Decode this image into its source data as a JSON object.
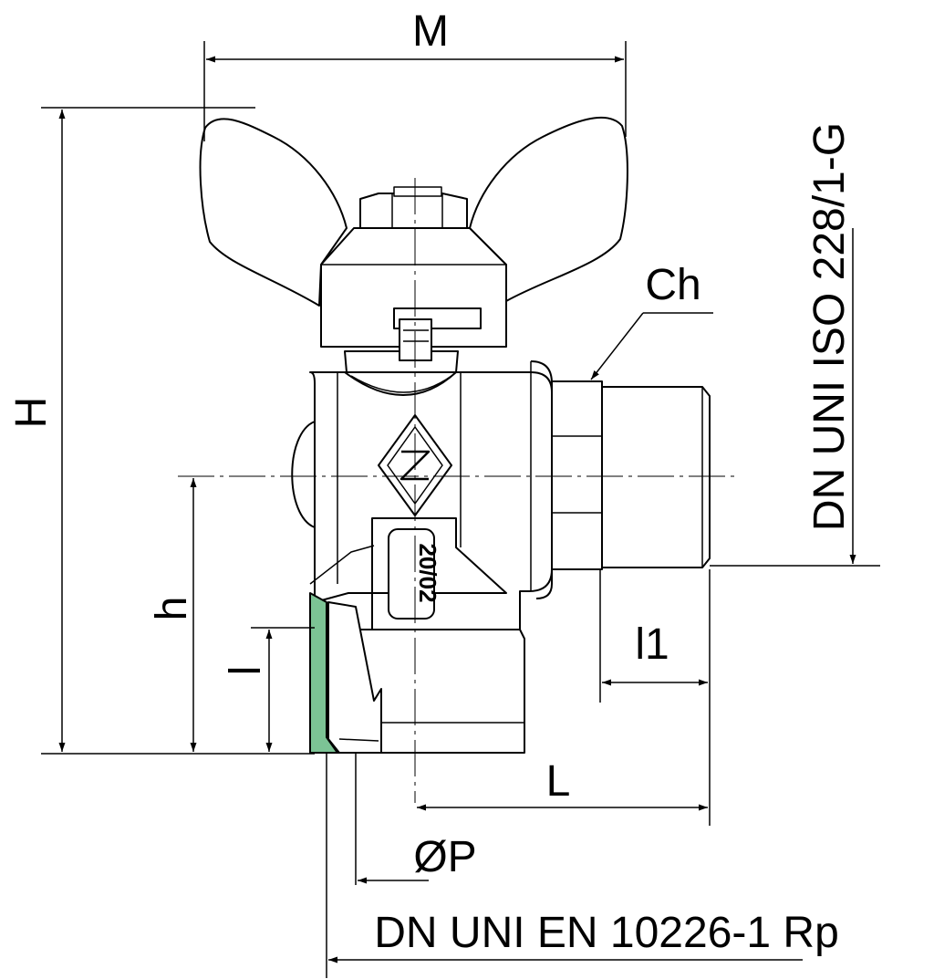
{
  "labels": {
    "M": "M",
    "H": "H",
    "h": "h",
    "l": "l",
    "l1": "l1",
    "L": "L",
    "Ch": "Ch",
    "P": "ØP",
    "thread_male": "DN UNI ISO 228/1-G",
    "thread_female": "DN UNI EN 10226-1 Rp",
    "body_mark": "20/02"
  },
  "colors": {
    "line": "#000000",
    "thread_fill": "#7cc395",
    "background": "#ffffff"
  },
  "icons": {
    "logo": "diamond-logo-icon"
  }
}
